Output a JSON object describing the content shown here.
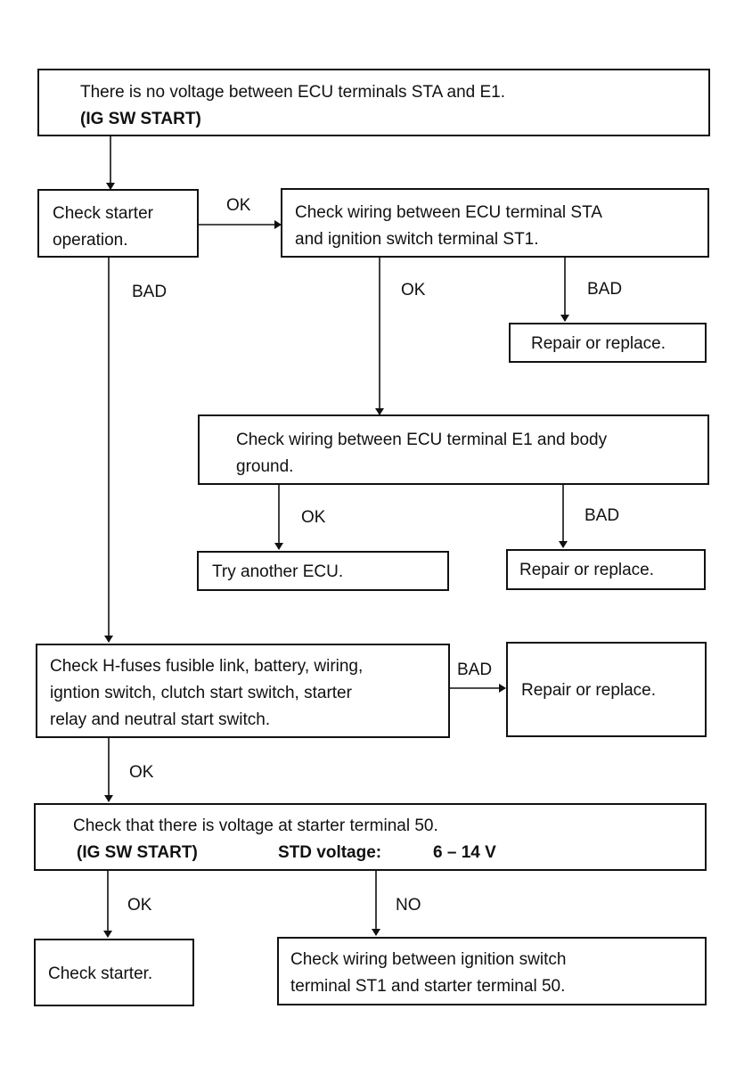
{
  "boxes": {
    "no_voltage": {
      "line1": "There is no voltage between ECU terminals STA and E1.",
      "line2": "(IG SW START)"
    },
    "check_starter_op": {
      "line1": "Check starter",
      "line2": "operation."
    },
    "check_wiring_sta": {
      "line1": "Check wiring between ECU terminal STA",
      "line2": "and ignition switch terminal ST1."
    },
    "repair1": {
      "text": "Repair or replace."
    },
    "check_wiring_e1": {
      "line1": "Check wiring between ECU terminal E1 and body",
      "line2": "ground."
    },
    "try_ecu": {
      "text": "Try another ECU."
    },
    "repair2": {
      "text": "Repair or replace."
    },
    "check_hfuses": {
      "line1": "Check H-fuses fusible link, battery, wiring,",
      "line2": "igntion switch, clutch start switch, starter",
      "line3": "relay and neutral start switch."
    },
    "repair3": {
      "text": "Repair or replace."
    },
    "check_voltage50": {
      "line1": "Check that there is voltage at starter terminal 50.",
      "line2a": "(IG SW START)",
      "line2b": "STD voltage:",
      "line2c": "6 – 14 V"
    },
    "check_starter": {
      "text": "Check starter."
    },
    "check_wiring_st1": {
      "line1": "Check wiring between ignition switch",
      "line2": "terminal ST1 and starter terminal 50."
    }
  },
  "labels": {
    "ok1": "OK",
    "bad1": "BAD",
    "ok2": "OK",
    "bad2": "BAD",
    "ok3": "OK",
    "bad3": "BAD",
    "bad4": "BAD",
    "ok4": "OK",
    "ok5": "OK",
    "no5": "NO"
  }
}
